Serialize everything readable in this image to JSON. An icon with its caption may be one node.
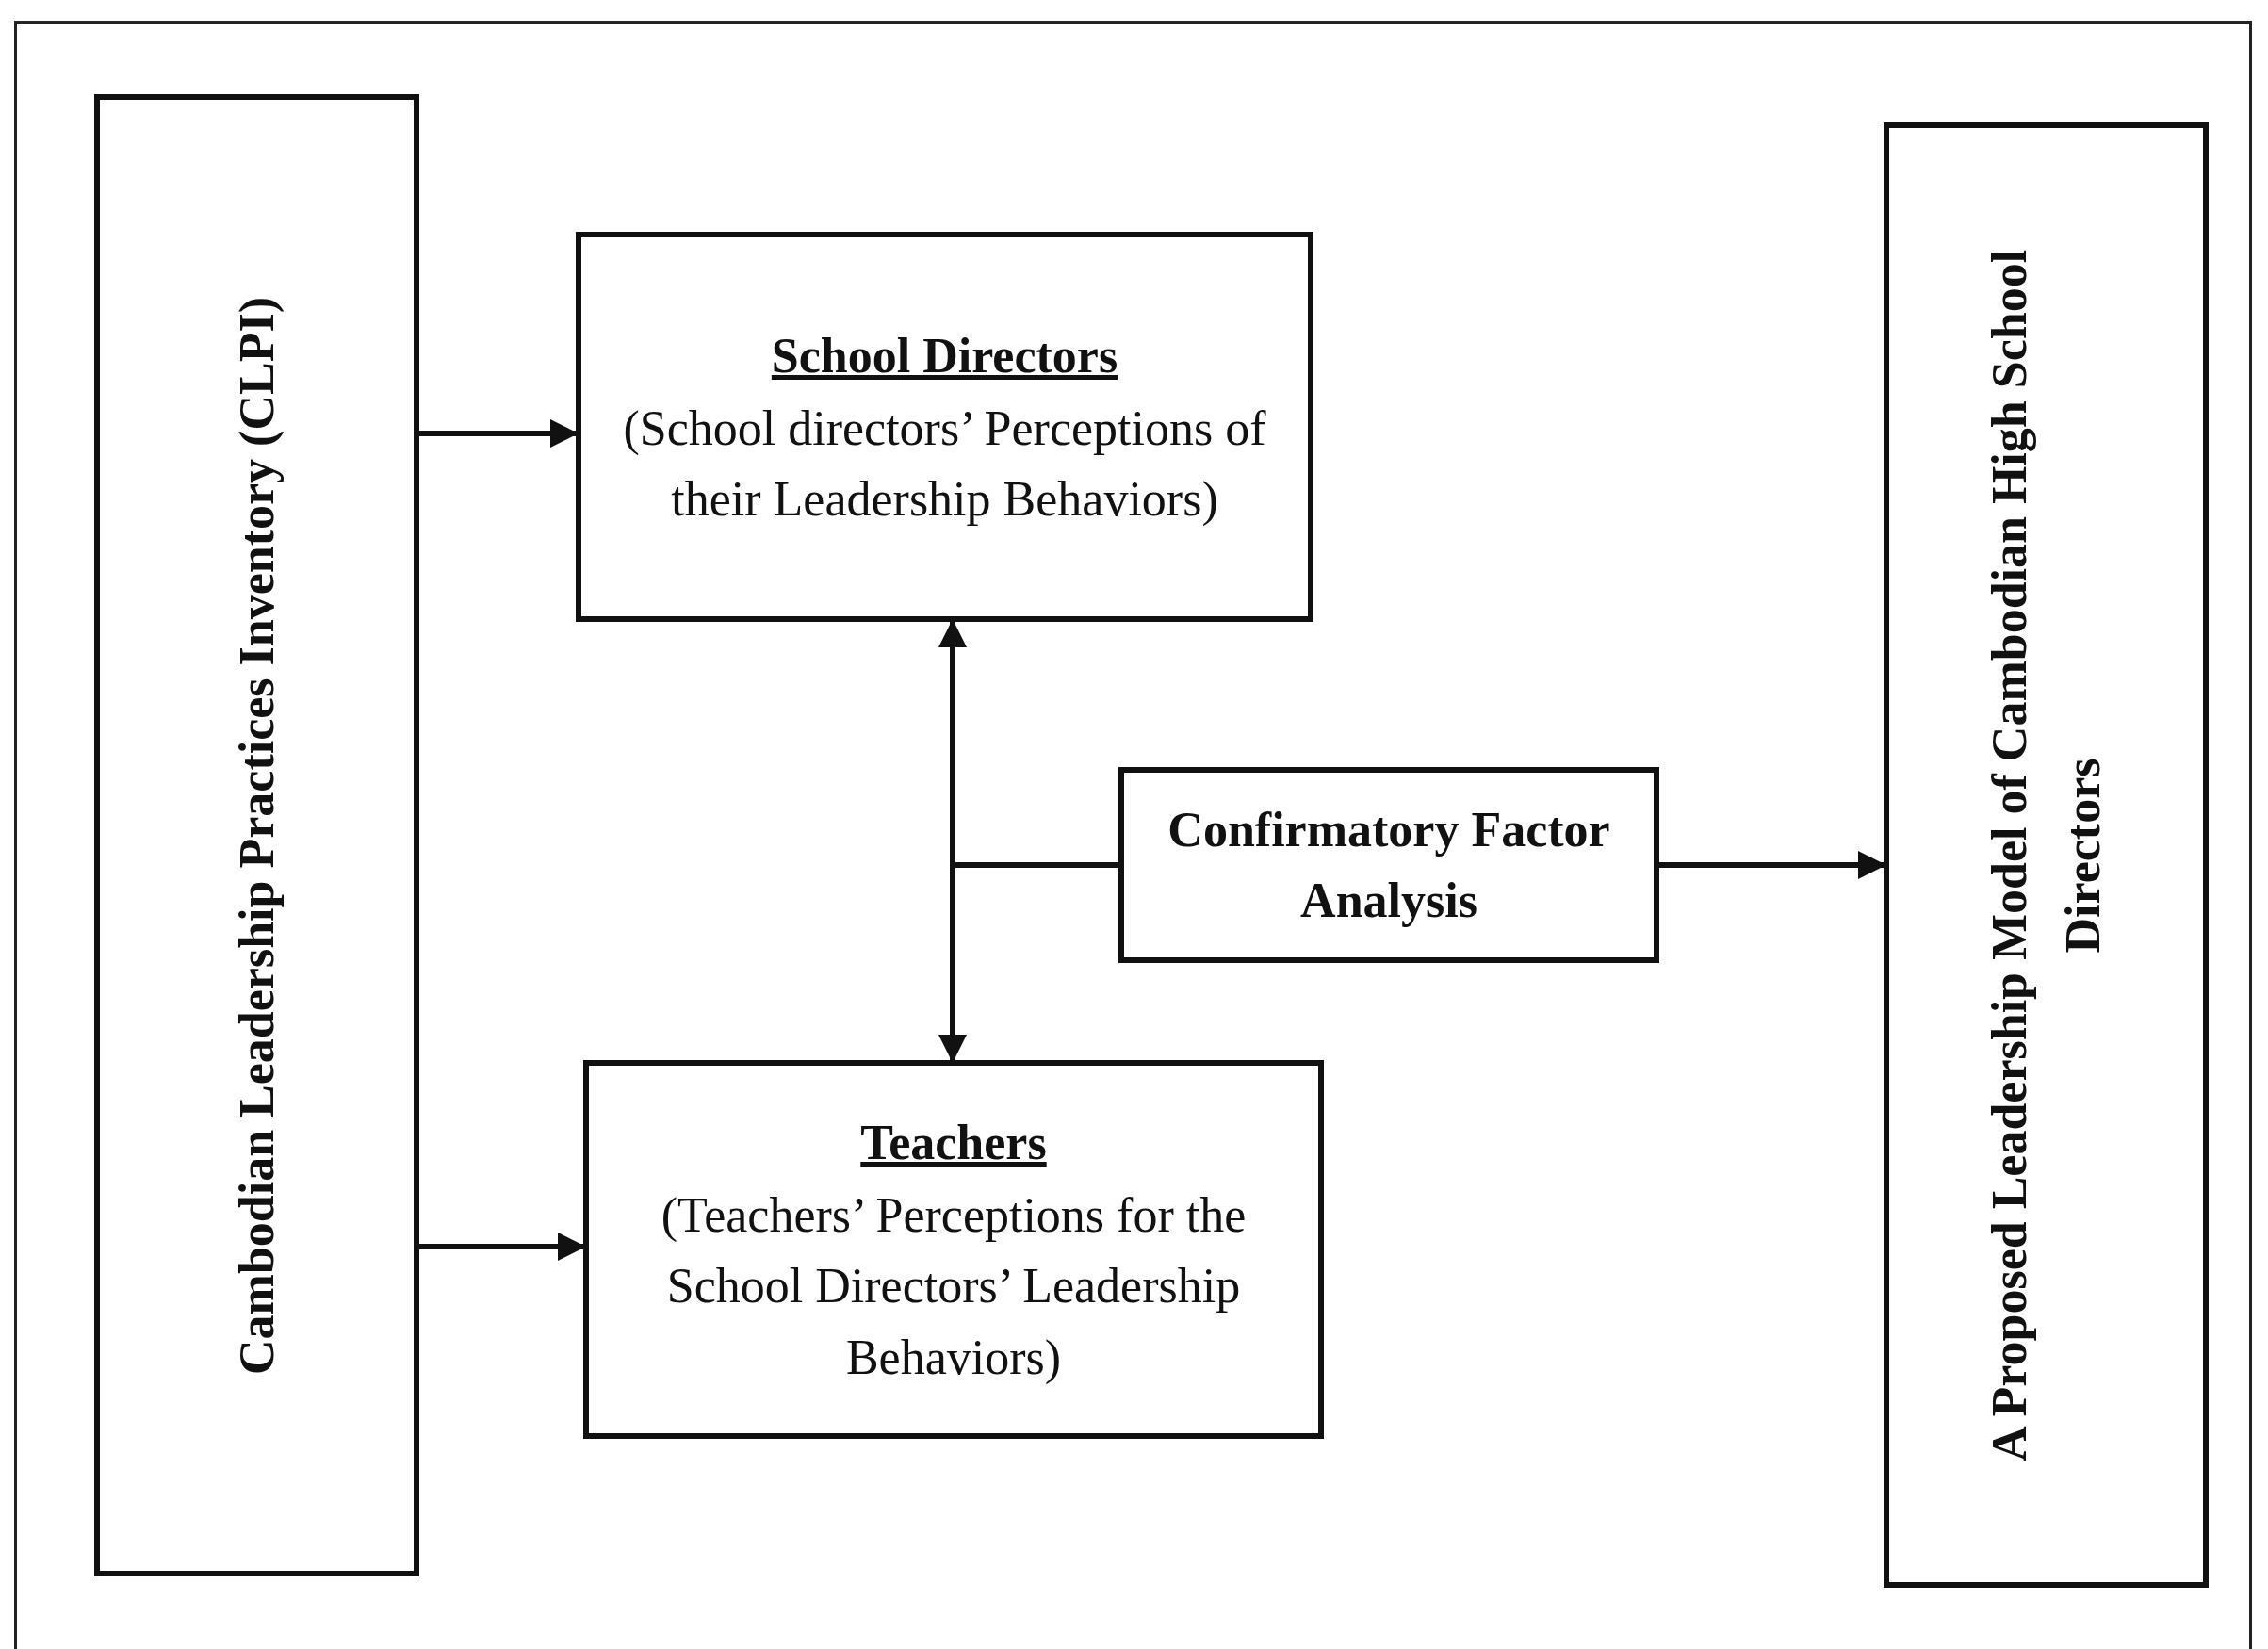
{
  "diagram": {
    "nodes": [
      {
        "text": [
          "Cambodian Leadership Practices Inventory (CLPI)"
        ]
      },
      {
        "text": [
          "School Directors",
          "(School directors’ Perceptions of their Leadership Behaviors)"
        ]
      },
      {
        "text": [
          "Confirmatory Factor Analysis"
        ]
      },
      {
        "text": [
          "Teachers",
          "(Teachers’ Perceptions for the School Directors’ Leadership Behaviors)"
        ]
      },
      {
        "text": [
          "A Proposed Leadership Model of Cambodian High School Directors"
        ]
      }
    ],
    "edges": [
      {
        "from": 0,
        "to": 1,
        "arrow": "to"
      },
      {
        "from": 0,
        "to": 3,
        "arrow": "to"
      },
      {
        "from": 2,
        "to": 1,
        "arrow": "to"
      },
      {
        "from": 2,
        "to": 3,
        "arrow": "to"
      },
      {
        "from": 2,
        "to": 4,
        "arrow": "to"
      }
    ]
  }
}
